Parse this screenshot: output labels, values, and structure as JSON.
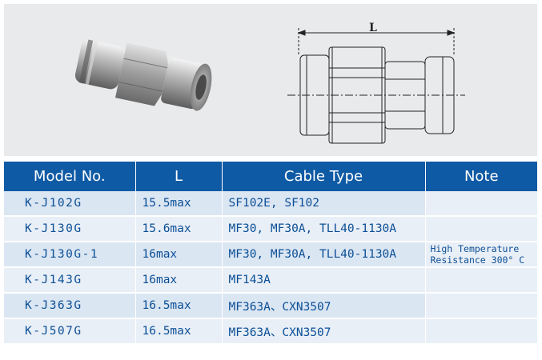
{
  "drawing": {
    "dimension_label": "L"
  },
  "table": {
    "headers": [
      "Model No.",
      "L",
      "Cable Type",
      "Note"
    ],
    "rows": [
      {
        "model": "K-J102G",
        "length": "15.5max",
        "cable": "SF102E, SF102"
      },
      {
        "model": "K-J130G",
        "length": "15.6max",
        "cable": "MF30, MF30A, TLL40-1130A"
      },
      {
        "model": "K-J130G-1",
        "length": "16max",
        "cable": "MF30, MF30A, TLL40-1130A"
      },
      {
        "model": "K-J143G",
        "length": "16max",
        "cable": "MF143A"
      },
      {
        "model": "K-J363G",
        "length": "16.5max",
        "cable": "MF363A、CXN3507"
      },
      {
        "model": "K-J507G",
        "length": "16.5max",
        "cable": "MF363A、CXN3507"
      }
    ],
    "note_line1": "High Temperature",
    "note_line2": "Resistance 300° C"
  }
}
